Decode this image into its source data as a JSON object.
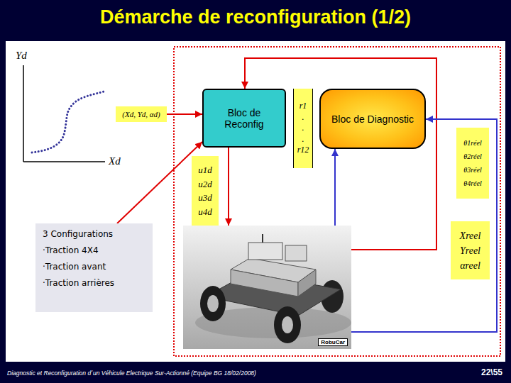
{
  "diagram": {
    "title": "Démarche de reconfiguration (1/2)",
    "nodes": [
      {
        "text": [
          "(Xd, Yd, αd)"
        ]
      },
      {
        "text": [
          "Bloc de Reconfig"
        ]
      },
      {
        "text": [
          "r1 . . . r12"
        ]
      },
      {
        "text": [
          "Bloc de Diagnostic"
        ]
      },
      {
        "text": [
          "θ1réel θ2réel θ3réel θ4réel"
        ]
      },
      {
        "text": [
          "u1d u2d u3d u4d"
        ]
      },
      {
        "text": [
          "3 Configurations",
          "·Traction 4X4",
          "·Traction avant",
          "·Traction arrières"
        ]
      },
      {
        "text": [
          "Xreel Yreel αreel"
        ]
      },
      {
        "text": [
          "RobuCar"
        ]
      }
    ],
    "edges": [
      {
        "from": 0,
        "to": 1,
        "arrow": "to"
      },
      {
        "from": 6,
        "to": 1,
        "arrow": "to"
      },
      {
        "from": 1,
        "to": 8,
        "arrow": "to"
      },
      {
        "from": 8,
        "to": 1,
        "arrow": "to"
      },
      {
        "from": 8,
        "to": 3,
        "arrow": "to"
      },
      {
        "from": 8,
        "to": 3,
        "arrow": "to"
      }
    ],
    "labels": [
      "Yd",
      "Xd",
      "Diagnostic et Reconfiguration d´un Véhicule Electrique Sur-Actionné (Equipe BG 18/02/2008)",
      "22\\55"
    ]
  }
}
